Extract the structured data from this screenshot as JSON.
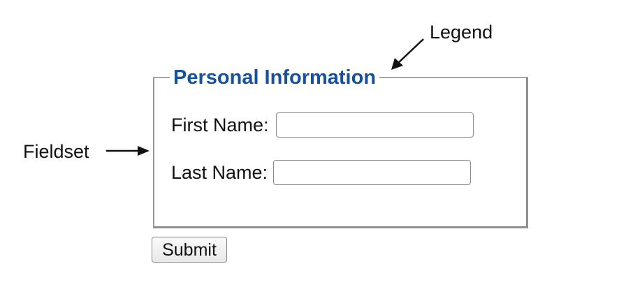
{
  "annotations": {
    "legend_label": "Legend",
    "fieldset_label": "Fieldset"
  },
  "form": {
    "legend": "Personal Information",
    "fields": [
      {
        "label": "First Name:",
        "value": "",
        "placeholder": ""
      },
      {
        "label": "Last Name:",
        "value": "",
        "placeholder": ""
      }
    ],
    "submit_label": "Submit"
  },
  "colors": {
    "legend_text": "#1651a0",
    "fieldset_border": "#9a9a9a",
    "annotation_text": "#111111"
  }
}
